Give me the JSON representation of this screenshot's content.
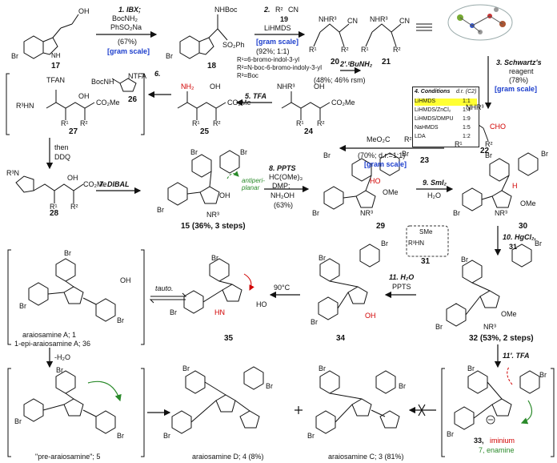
{
  "compounds": {
    "c17": "17",
    "c18": "18",
    "c19": "19",
    "c20": "20",
    "c21": "21",
    "c22": "22",
    "c23": "23",
    "c24": "24",
    "c25": "25",
    "c26": "26",
    "c27": "27",
    "c28": "28",
    "c29": "29",
    "c30": "30",
    "c31": "31",
    "c32": "32 (53%, 2 steps)",
    "c34": "34",
    "c35": "35",
    "c36": "araiosamine A; 1",
    "c36b": "1-epi-araiosamine A; 36",
    "c15": "15 (36%, 3 steps)",
    "c5": "\"pre-araiosamine\"; 5",
    "c4": "araiosamine D; 4 (8%)",
    "c3": "araiosamine C; 3 (81%)",
    "c33": "33,",
    "c33a": "iminium",
    "c33b": "7, enamine"
  },
  "steps": {
    "s1": "1. IBX;",
    "s1b": "BocNH₂",
    "s1c": "PhSO₂Na",
    "s1d": "(67%)",
    "s1e": "[gram scale]",
    "s2": "2.",
    "s2b": "LiHMDS",
    "s2c": "[gram scale]",
    "s2d": "(92%; 1:1)",
    "s2r1": "R¹=6-bromo-indol-3-yl",
    "s2r2": "R²=N-boc-6-bromo-indoly-3-yl",
    "s2r3": "R³=Boc",
    "s2p": "2′.ᵗBuNH₂",
    "s2pb": "(48%; 46% rsm)",
    "s3": "3. Schwartz's",
    "s3b": "reagent",
    "s3c": "(78%)",
    "s3d": "[gram scale]",
    "s4": "4.",
    "s4b": "(70%; d.r.=1:1)",
    "s4c": "[gram scale]",
    "s5": "5. TFA",
    "s6": "6.",
    "s7": "7. DIBAL",
    "s7b": "then",
    "s7c": "DDQ",
    "s8": "8. PPTS",
    "s8b": "HC(OMe)₃",
    "s8c": "DMP;",
    "s8d": "NH₂OH",
    "s8e": "(63%)",
    "s9": "9. SmI₂",
    "s9b": "H₂O",
    "s10": "10. HgCl₂,",
    "s10b": "31",
    "s11": "11. H₂O",
    "s11b": "PPTS",
    "s11p": "11′. TFA",
    "heat": "90°C",
    "tauto": "tauto.",
    "loss": "-H₂O",
    "anti": "antiperi-",
    "anti2": "planar"
  },
  "conditions_table": {
    "header_a": "4. Conditions",
    "header_b": "d.r. (C2)",
    "rows": [
      {
        "cond": "LiHMDS",
        "dr": "1:1"
      },
      {
        "cond": "LiHMDS/ZnCl₂",
        "dr": "1:4"
      },
      {
        "cond": "LiHMDS/DMPU",
        "dr": "1:9"
      },
      {
        "cond": "NaHMDS",
        "dr": "1:5"
      },
      {
        "cond": "LDA",
        "dr": "1:2"
      }
    ]
  },
  "labels": {
    "br": "Br",
    "nh": "NH",
    "h": "H",
    "n": "N",
    "oh": "OH",
    "ome": "OMe",
    "cn": "CN",
    "nhboc": "NHBoc",
    "so2ph": "SO₂Ph",
    "nhr3": "NHR³",
    "cho": "CHO",
    "co2me": "CO₂Me",
    "nh2": "NH₂",
    "tfan": "TFAN",
    "r3hn": "R³HN",
    "bocnh": "BocNH",
    "ntfa": "NTFA",
    "r3n": "R³N",
    "nr3": "NR³",
    "r1": "R¹",
    "r2": "R²",
    "sme": "SMe",
    "meo2c": "MeO₂C",
    "ho": "HO",
    "hn": "HN",
    "oh2": "OH"
  },
  "colors": {
    "accent_blue": "#1a3ccc",
    "accent_red": "#d10000",
    "accent_green": "#2a8a2a",
    "highlight": "#ffff33"
  }
}
